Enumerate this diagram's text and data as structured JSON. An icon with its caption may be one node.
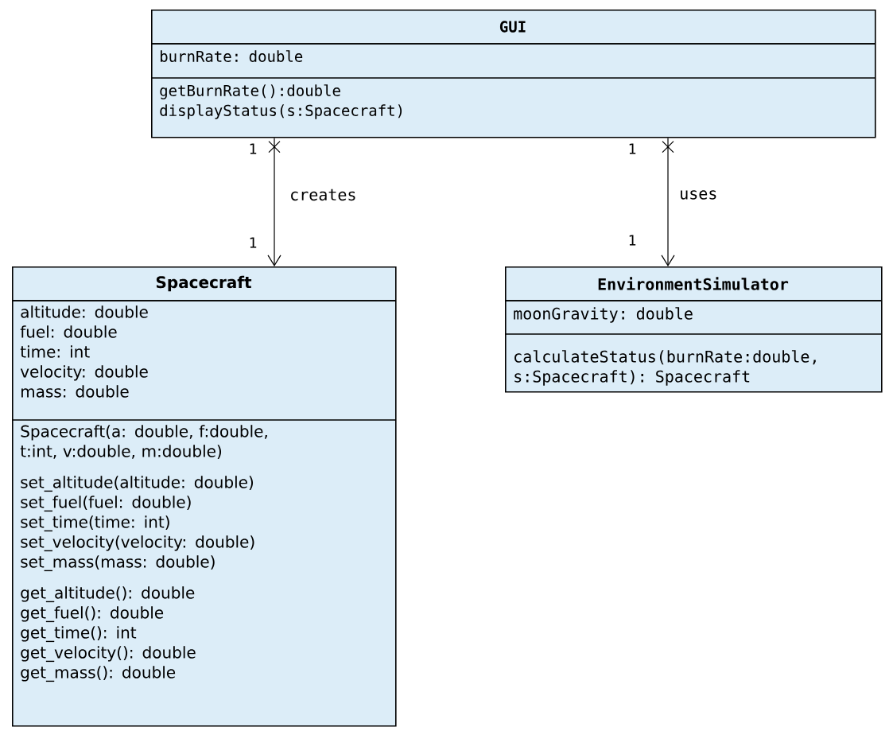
{
  "diagram": {
    "nodes": [
      {
        "text": [
          "GUI"
        ]
      },
      {
        "text": [
          "burnRate: double"
        ],
        "in": 0
      },
      {
        "text": [
          "getBurnRate():double",
          "displayStatus(s:Spacecraft)"
        ],
        "in": 0
      },
      {
        "text": [
          "Spacecraft"
        ]
      },
      {
        "text": [
          "altitude: double",
          "fuel: double",
          "time: int",
          "velocity: double",
          "mass: double"
        ],
        "in": 3
      },
      {
        "text": [
          "Spacecraft(a: double, f:double, t:int, v:double, m:double)",
          "set_altitude(altitude: double)",
          "set_fuel(fuel: double)",
          "set_time(time: int)",
          "set_velocity(velocity: double)",
          "set_mass(mass: double)",
          "get_altitude(): double",
          "get_fuel(): double",
          "get_time(): int",
          "get_velocity(): double",
          "get_mass(): double"
        ],
        "in": 3
      },
      {
        "text": [
          "EnvironmentSimulator"
        ]
      },
      {
        "text": [
          "moonGravity: double"
        ],
        "in": 6
      },
      {
        "text": [
          "calculateStatus(burnRate:double, s:Spacecraft): Spacecraft"
        ],
        "in": 6
      }
    ],
    "edges": [
      {
        "from": 0,
        "to": 3,
        "arrow": "to",
        "label": "creates"
      },
      {
        "from": 0,
        "to": 6,
        "arrow": "to",
        "label": "uses"
      }
    ],
    "labels": [
      "1",
      "1",
      "1",
      "1"
    ]
  }
}
